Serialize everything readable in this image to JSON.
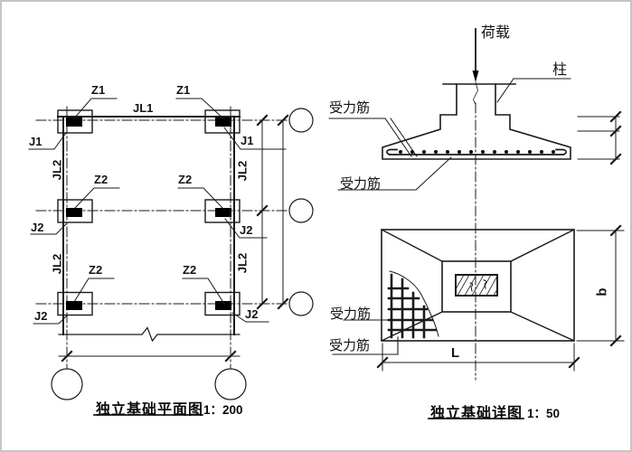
{
  "page": {
    "background": "#ffffff",
    "line_color": "#1a1a1a",
    "border_color": "#c6c6c6"
  },
  "plan_view": {
    "title": "独立基础平面图",
    "scale": "1：200",
    "beam_labels": {
      "jl1": "JL1",
      "jl2": "JL2"
    },
    "column_labels": {
      "z1": "Z1",
      "z2": "Z2"
    },
    "footing_labels": {
      "j1": "J1",
      "j2": "J2"
    }
  },
  "section_view": {
    "load_label": "荷载",
    "column_label": "柱",
    "rebar_label": "受力筋"
  },
  "detail_view": {
    "title": "独立基础详图",
    "scale": "1：50",
    "rebar_label": "受力筋",
    "length_label": "L",
    "width_label": "b"
  }
}
